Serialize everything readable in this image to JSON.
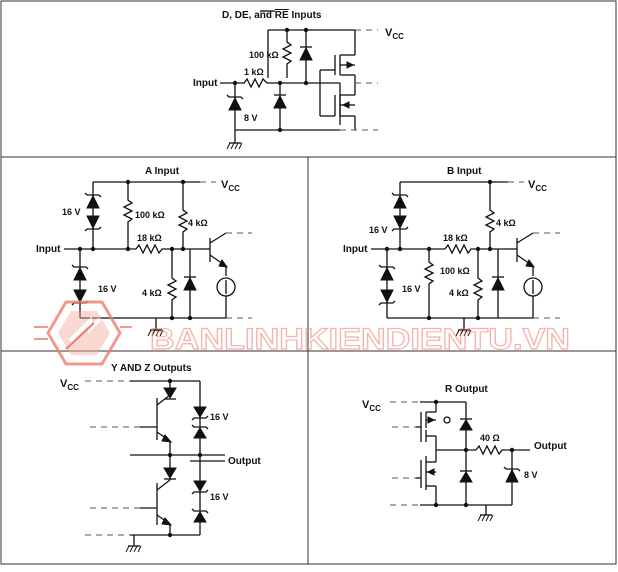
{
  "panels": {
    "d_de_re": {
      "title_prefix": "D, DE, and ",
      "title_overline": "RE",
      "title_suffix": " Inputs",
      "vcc_base": "V",
      "vcc_sub": "CC",
      "r_pullup": "100 kΩ",
      "r_series": "1 kΩ",
      "input_label": "Input",
      "zener": "8 V"
    },
    "a_input": {
      "title": "A Input",
      "vcc_base": "V",
      "vcc_sub": "CC",
      "zener_top": "16 V",
      "zener_bottom": "16 V",
      "r_pullup": "100 kΩ",
      "r_series": "18 kΩ",
      "r_top": "4 kΩ",
      "r_bottom": "4 kΩ",
      "input_label": "Input"
    },
    "b_input": {
      "title": "B Input",
      "vcc_base": "V",
      "vcc_sub": "CC",
      "zener_top": "16 V",
      "zener_bottom": "16 V",
      "r_series": "18 kΩ",
      "r_top": "4 kΩ",
      "r_pulldown": "100 kΩ",
      "r_bottom": "4 kΩ",
      "input_label": "Input"
    },
    "yz_outputs": {
      "title": "Y AND Z Outputs",
      "vcc_base": "V",
      "vcc_sub": "CC",
      "zener_top": "16 V",
      "zener_bottom": "16 V",
      "output_label": "Output"
    },
    "r_output": {
      "title": "R Output",
      "vcc_base": "V",
      "vcc_sub": "CC",
      "r_series": "40 Ω",
      "output_label": "Output",
      "zener": "8 V"
    }
  },
  "watermark": {
    "text": "BANLINHKIENDIENTU.VN",
    "color": "#f08070"
  }
}
